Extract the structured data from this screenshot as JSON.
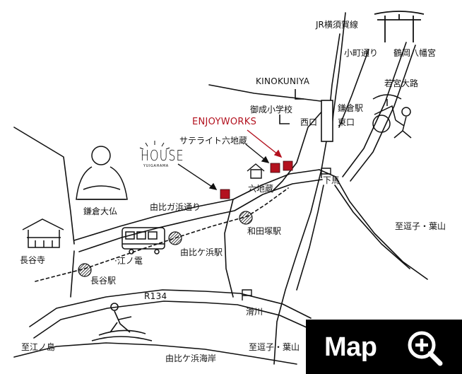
{
  "labels": {
    "jr_line": "JR横須賀線",
    "komachi": "小町通り",
    "hachimangu": "鶴岡八幡宮",
    "wakamiya": "若宮大路",
    "kinokuniya": "KINOKUNIYA",
    "onari": "御成小学校",
    "kamakura_station": "鎌倉駅",
    "nishiguchi": "西口",
    "higashiguchi": "東口",
    "enjoyworks": "ENJOYWORKS",
    "satellite": "サテライト六地蔵",
    "rokujizo": "六地蔵",
    "geba": "下馬",
    "daibutsu": "鎌倉大仏",
    "yuigahama_dori": "由比ガ浜通り",
    "wadazuka": "和田塚駅",
    "zushi_hayama_right": "至逗子・葉山",
    "hasedera": "長谷寺",
    "enoden": "江ノ電",
    "yuigahama_station": "由比ケ浜駅",
    "hase_station": "長谷駅",
    "r134": "R134",
    "namerikawa": "滑川",
    "enoshima": "至江ノ島",
    "zushi_hayama_bottom": "至逗子・葉山",
    "yuigahama_beach": "由比ケ浜海岸"
  },
  "logo": {
    "house": "HOUSE",
    "yuigahama": "YUIGAHAMA"
  },
  "map_button": {
    "label": "Map",
    "icon": "zoom-in-icon"
  },
  "colors": {
    "accent": "#b3121f",
    "ink": "#111111",
    "button_bg": "#000000",
    "button_fg": "#ffffff"
  }
}
